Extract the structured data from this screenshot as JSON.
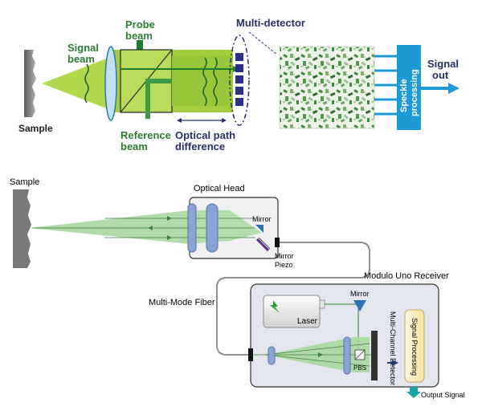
{
  "top_diagram": {
    "labels": {
      "sample": "Sample",
      "signal_beam_1": "Signal",
      "signal_beam_2": "beam",
      "probe_beam_1": "Probe",
      "probe_beam_2": "beam",
      "reference_beam_1": "Reference",
      "reference_beam_2": "beam",
      "optical_path_1": "Optical path",
      "optical_path_2": "difference",
      "multi_detector": "Multi-detector",
      "speckle_processing_1": "Speckle",
      "speckle_processing_2": "processing",
      "signal_out_1": "Signal",
      "signal_out_2": "out"
    },
    "colors": {
      "beam": "#9ccc3a",
      "beam_dark": "#6aa31a",
      "label_green": "#2e7d32",
      "label_navy": "#27306b",
      "processing_blue": "#1e9bd7"
    }
  },
  "bottom_diagram": {
    "labels": {
      "sample": "Sample",
      "optical_head": "Optical Head",
      "mirror_head": "Mirror",
      "mirror_piezo": "Mirror",
      "piezo": "Piezo",
      "multi_mode_fiber": "Multi-Mode Fiber",
      "receiver": "Modulo Uno Receiver",
      "laser": "Laser",
      "mirror_receiver": "Mirror",
      "pbs": "PBS",
      "multi_channel_detector": "Multi-Channel Detector",
      "signal_processing": "Signal Processing",
      "output_signal": "Output Signal"
    },
    "colors": {
      "beam": "#a8d8a0",
      "lens": "#8aa4d6",
      "box_fill": "#f0f0f0",
      "receiver_fill": "#e3e6ee",
      "mirror": "#2f6fb8",
      "processing_fill": "#fbf0c8"
    }
  }
}
